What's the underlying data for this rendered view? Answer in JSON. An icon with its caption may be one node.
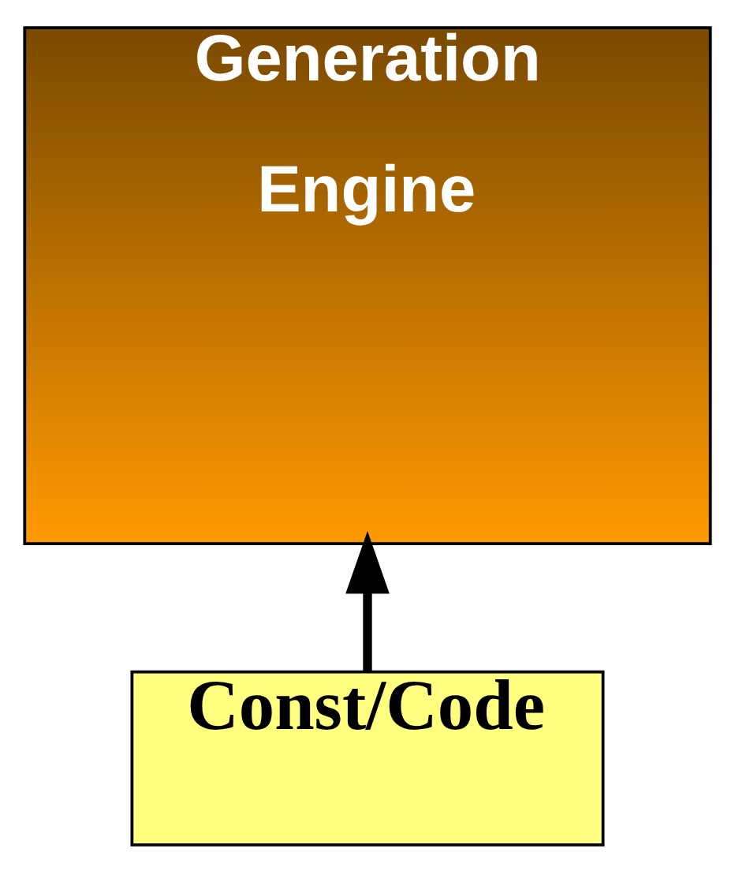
{
  "diagram": {
    "nodes": [
      {
        "text": [
          "Generation Engine"
        ]
      },
      {
        "text": [
          "Const/Code"
        ]
      }
    ],
    "edges": [
      {
        "from": 1,
        "to": 0,
        "arrow": "to"
      }
    ]
  }
}
